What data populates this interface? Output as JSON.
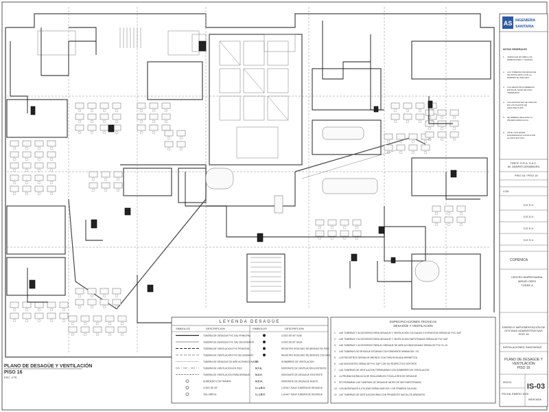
{
  "plan": {
    "title": "PLANO DE DESAGÜE Y VENTILACIÓN",
    "subtitle": "PISO 16",
    "scale": "ESC: 1/75"
  },
  "legend": {
    "title": "LEYENDA DESAGÜE",
    "col_symbols": "SIMBOLOS",
    "col_description": "DESCRIPCION",
    "left_rows": [
      "TUBERIA DE DESAGUE PVC SAL PRINCIPAL",
      "TUBERIA DE DESAGUE PVC SAL SECUNDARIO",
      "TUBERIA DE VENTILACION PVC PRINCIPAL",
      "TUBERIA DE VENTILACION PVC SECUNDARIO",
      "TUBERIA DE DESAGUE DE AIRE ACONDICIONADO",
      "TUBERIA DE VENTILACION EN PISO",
      "TUBERIA DE VENTILACION PARA DRENAJE",
      "SUMIDERO CON TRAMPA",
      "CODO DE 45°",
      "YEE SIMPLE"
    ],
    "right_rows": [
      "CODO DE 90° SUM",
      "CODO DE 90° BAJA",
      "REGISTRO ROSCADO DE BRONCE EN PISO",
      "REGISTRO ROSCADO DE BRONCE COLGADO",
      "SOMBRERO DE VENTILACION",
      "MONTANTE DE VENTILACION EXISTENTE",
      "MONTANTE DE DESAGUE EXISTENTE",
      "MONTANTE DE DESAGUE NUEVO",
      "LLEGA Y BAJA TUBERIA DE DESAGUE",
      "LLEGA Y BAJA TUBERIA DE DESAGUE"
    ],
    "right_codes": [
      "",
      "",
      "",
      "",
      "SC",
      "M.V.E.",
      "M.D.E.",
      "M.D.N.",
      "LL.y.B.D.",
      "LL.y.B.D."
    ]
  },
  "specs": {
    "title": "ESPECIFICACIONES TECNICAS",
    "subtitle": "DESAGÜE Y VENTILACION",
    "items": [
      "LAS TUBERIAS Y ACCESORIOS PARA DESAGUE Y VENTILACION COLGADAS O EXPUESTAS SERAN DE PVC SAP",
      "LAS TUBERIAS Y ACCESORIOS PARA DESAGUE Y VENTILACION EMPOTRADAS SERAN DE PVC SAP",
      "LAS TUBERIAS Y ACCESORIOS PARA EL DRENAJE DE AIRE ACONDICIONADO SERAN DE PVC CL-10",
      "LAS TUBERIAS DE DESAGUE ESTARAN CON PENDIENTE MINIMA DEL 1%",
      "LOS REGISTROS SERAN DE BRONCE CON TAPA ROSCADA HERMETICA",
      "LAS MONTANTES SERAN DE PVC SAP CON SU RESPECTIVO SOPORTE",
      "LAS TUBERIAS DE VENTILACION TERMINARAN CON SOMBRERO DE VENTILACION",
      "LA PRUEBA HIDRAULICA SE REALIZARA EN TODA LA RED DE DESAGUE",
      "SE PROBARAN LAS TUBERIAS DE DESAGUE ANTES DE SER EMPOTRADAS",
      "LOS MATERIALES A UTILIZAR SERAN NUEVOS Y DE PRIMERA CALIDAD",
      "LAS TUBERIAS DE VENTILACION IRAN CON PENDIENTE HACIA LOS APARATOS"
    ]
  },
  "titleblock": {
    "logo_letters": "AS",
    "company_line1": "INGENIERIA",
    "company_line2": "SANITARIA",
    "notes_title": "NOTAS GENERALES",
    "notes": [
      "VERIFICAR EN OBRA LAS DIMENSIONES Y NIVELES",
      "LAS TUBERIAS DE DESAGUE SE INSTALARAN CON LA PENDIENTE INDICADA",
      "LOS REGISTROS DEBERAN ESTAR AL NIVEL DE PISO TERMINADO",
      "LAS MONTANTES SE INDICAN EN LOS PLANOS DE ARQUITECTURA",
      "SE DEBERA REALIZAR LA PRUEBA HIDRAULICA",
      "ANTE CUALQUIER DISCREPANCIA CONSULTAR AL PROYECTISTA"
    ],
    "owner_lines": [
      "TRIPIC O.R.A. S.A.C.",
      "AV. ANDRES ARAMBURU"
    ],
    "floor_ref": "PISO 16 / PISO 16",
    "revision": "LGB",
    "sign_rows": [
      "D.E.S.V.",
      "D.E.S.V.",
      "D.E.S.V.",
      "D.E.S.V."
    ],
    "brand": "COPENICA",
    "location_lines": [
      "CENTRO EMPRESARIAL",
      "MIRAFLORES",
      "TORRE A"
    ],
    "project_lines": [
      "DISEÑO E IMPLEMENTACIÓN DE",
      "OFICINAS ADMINISTRATIVAS",
      "PISO 16"
    ],
    "discipline": "INSTALACIONES SANITARIAS",
    "drawing_title_lines": [
      "PLANO DE DESAGÜE Y",
      "VENTILACIÓN",
      "PISO 16"
    ],
    "code": "IS-03",
    "sheet_num": "003-01",
    "date_label": "FECHA",
    "date": "ENERO 2020",
    "scale_label": "INDICADA"
  }
}
